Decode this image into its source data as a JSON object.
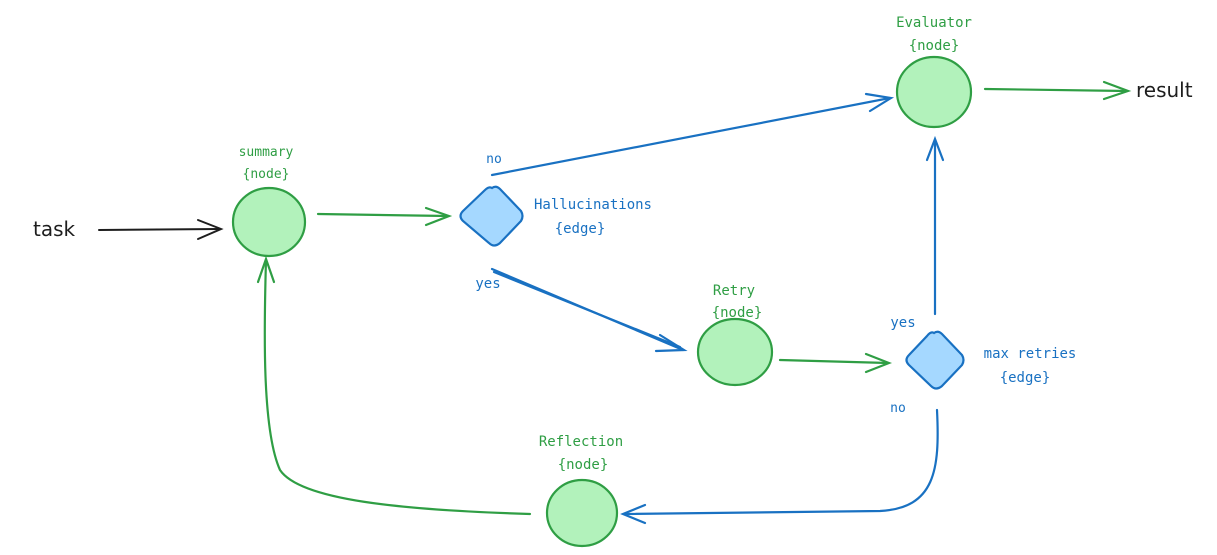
{
  "colors": {
    "node_fill": "#b2f2bb",
    "node_stroke": "#2f9e44",
    "edge_fill": "#a5d8ff",
    "edge_stroke": "#1971c2",
    "flow_green": "#2f9e44",
    "flow_blue": "#1971c2",
    "ink": "#1e1e1e"
  },
  "inputs": {
    "task": "task"
  },
  "outputs": {
    "result": "result"
  },
  "nodes": {
    "summary": {
      "name": "summary",
      "type": "{node}"
    },
    "evaluator": {
      "name": "Evaluator",
      "type": "{node}"
    },
    "retry": {
      "name": "Retry",
      "type": "{node}"
    },
    "reflection": {
      "name": "Reflection",
      "type": "{node}"
    }
  },
  "edges": {
    "hallucinations": {
      "name": "Hallucinations",
      "type": "{edge}",
      "no_label": "no",
      "yes_label": "yes"
    },
    "max_retries": {
      "name": "max retries",
      "type": "{edge}",
      "yes_label": "yes",
      "no_label": "no"
    }
  }
}
